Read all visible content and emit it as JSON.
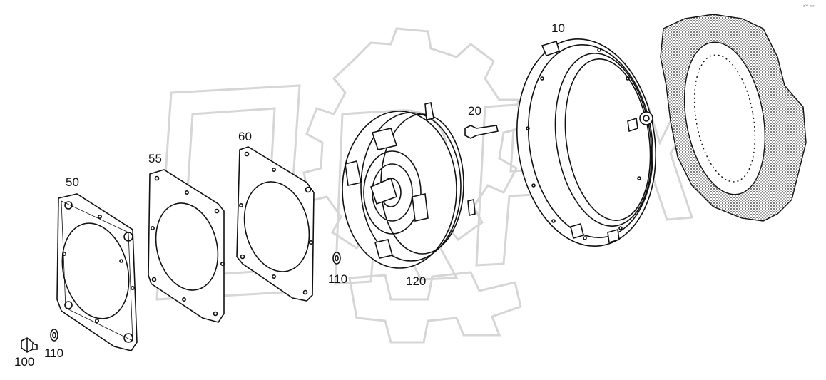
{
  "diagram": {
    "watermark_text": "ORFIX",
    "corner_mark": "ᵃ⁰⁰ ᵒᵒᵒ",
    "callouts": {
      "p10": "10",
      "p20": "20",
      "p50": "50",
      "p55": "55",
      "p60": "60",
      "p100": "100",
      "p110a": "110",
      "p110b": "110",
      "p120": "120"
    }
  }
}
